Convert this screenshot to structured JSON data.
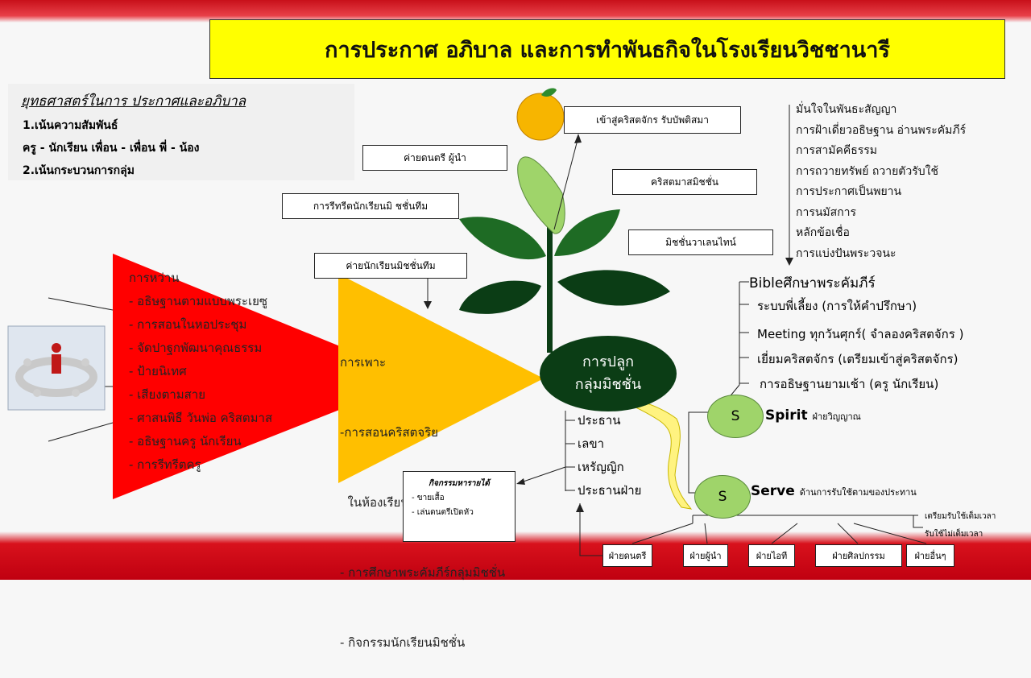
{
  "title": "การประกาศ  อภิบาล และการทำพันธกิจในโรงเรียนวิชชานารี",
  "strategy": {
    "heading": "ยุทธศาสตร์ในการ ประกาศและอภิบาล",
    "item1": "1.เน้นความสัมพันธ์",
    "item1_detail": "ครู - นักเรียน   เพื่อน - เพื่อน    พี่ - น้อง",
    "item2": "2.เน้นกระบวนการกลุ่ม"
  },
  "sowing": {
    "heading": "การหว่าน",
    "items": [
      "- อธิษฐานตามแบบพระเยซู",
      "- การสอนในหอประชุม",
      "- จัดปาฐกพัฒนาคุณธรรม",
      "- ป้ายนิเทศ",
      "- เสียงตามสาย",
      "- ศาสนพิธี วันพ่อ คริสตมาส",
      "- อธิษฐานครู นักเรียน",
      "- การรีทรีตครู"
    ]
  },
  "planting": {
    "heading": "การเพาะ",
    "items": [
      "-การสอนคริสตจริย",
      "  ในห้องเรียน",
      "- การศึกษาพระคัมภีร์กลุ่มมิชชั่น",
      "- กิจกรรมนักเรียนมิชชั่น"
    ]
  },
  "plant_labels": {
    "baptism": "เข้าสู่คริสตจักร รับบัพติสมา",
    "leader_camp": "ค่ายดนตรี ผู้นำ",
    "christmas_mission": "คริสตมาสมิชชั่น",
    "retreat": "การรีทรีตนักเรียนมิ ชชั่นทีม",
    "valentine": "มิชชั่นวาเลนไทน์",
    "student_camp": "ค่ายนักเรียนมิชชั่นทีม"
  },
  "growing": {
    "line1": "การปลูก",
    "line2": "กลุ่มมิชชั่น"
  },
  "roles": [
    "ประธาน",
    "เลขา",
    "เหรัญญิก",
    "ประธานฝ่าย"
  ],
  "activities": {
    "heading": "กิจกรรมหารายได้",
    "items": [
      "- ขายเสื้อ",
      "- เล่นดนตรีเปิดหัว"
    ]
  },
  "departments": [
    "ฝ่ายดนตรี",
    "ฝ่ายผู้นำ",
    "ฝ่ายไอที",
    "ฝ่ายศิลปกรรม",
    "ฝ่ายอื่นๆ"
  ],
  "top_list": [
    "มั่นใจในพันธะสัญญา",
    "การฝ้าเดี่ยวอธิษฐาน อ่านพระคัมภีร์",
    "การสามัคคีธรรม",
    "การถวายทรัพย์ ถวายตัวรับใช้",
    "การประกาศเป็นพยาน",
    "การนมัสการ",
    "หลักข้อเชื่อ",
    "การแบ่งปันพระวจนะ"
  ],
  "bible_list": [
    "Bibleศึกษาพระคัมภีร์",
    "ระบบพี่เลี้ยง (การให้คำปรึกษา)",
    "Meeting ทุกวันศุกร์( จำลองคริสตจักร )",
    "เยี่ยมคริสตจักร (เตรียมเข้าสู่คริสตจักร)",
    "การอธิษฐานยามเช้า (ครู นักเรียน)"
  ],
  "spirit": {
    "letter": "S",
    "label": "Spirit",
    "desc": "ฝ่ายวิญญาณ"
  },
  "serve": {
    "letter": "S",
    "label": "Serve",
    "desc": "ด้านการรับใช้ตามของประทาน"
  },
  "serve_notes": [
    "เตรียมรับใช้เต็มเวลา",
    "รับใช้ไม่เต็มเวลา"
  ],
  "colors": {
    "title_bg": "#ffff00",
    "triangle_red": "#ff0000",
    "triangle_orange": "#ffbf00",
    "leaf_dark": "#0b3d15",
    "leaf_mid": "#1e6b24",
    "leaf_light": "#9fd46a",
    "band_red": "#d8121c"
  }
}
